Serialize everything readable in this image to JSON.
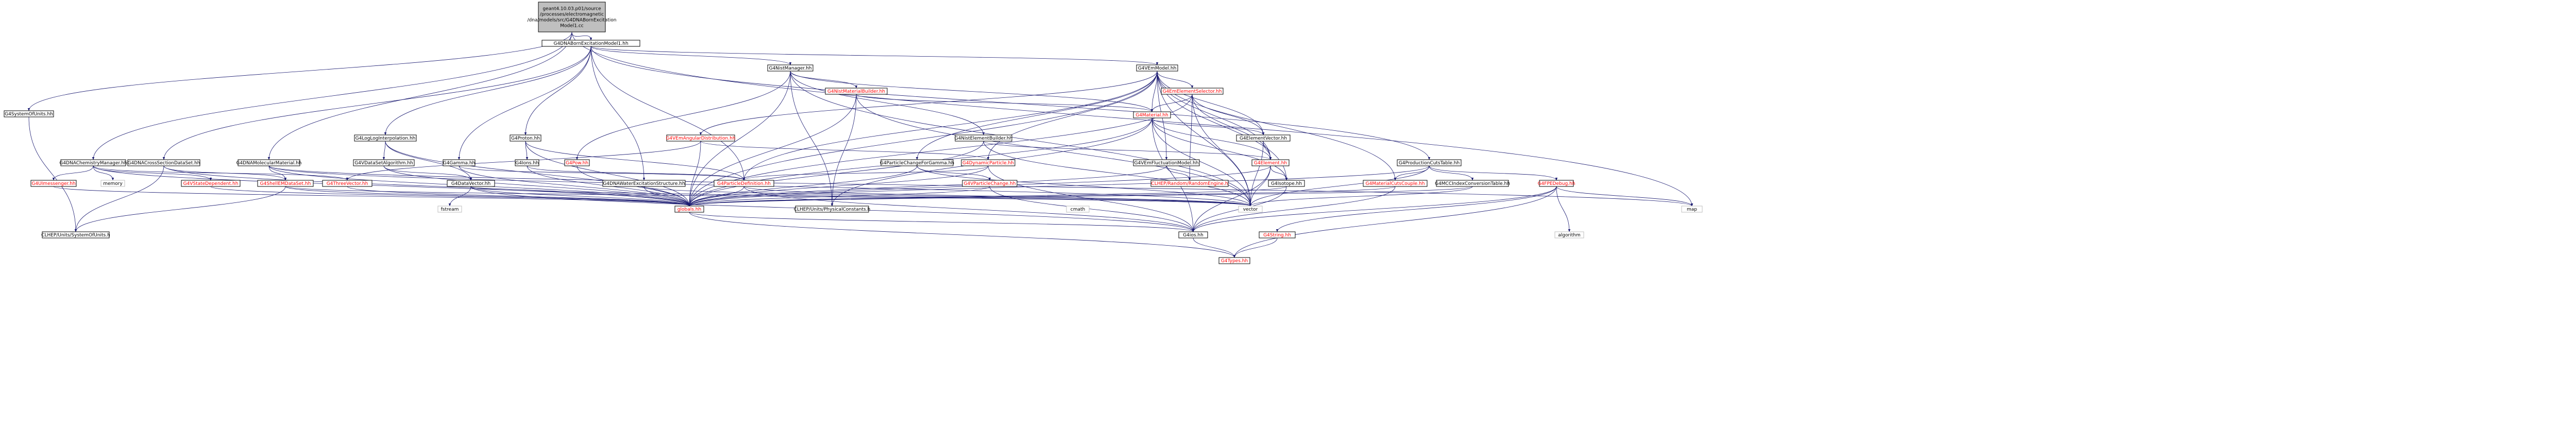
{
  "colors": {
    "root_fill": "#bfbfbf",
    "node_fill": "#ffffff",
    "node_stroke": "#000000",
    "missing_stroke": "#bfbfbf",
    "edge": "#191970",
    "label": "#000000",
    "label_red": "#ff0000"
  },
  "nodes": [
    {
      "id": "root",
      "lines": [
        "geant4.10.03.p01/source",
        "/processes/electromagnetic",
        "/dna/models/src/G4DNABornExcitation",
        "Model1.cc"
      ],
      "kind": "root"
    },
    {
      "id": "bornmodel",
      "lines": [
        "G4DNABornExcitationModel1.hh"
      ]
    },
    {
      "id": "sysunits",
      "lines": [
        "G4SystemOfUnits.hh"
      ]
    },
    {
      "id": "chemmgr",
      "lines": [
        "G4DNAChemistryManager.hh"
      ]
    },
    {
      "id": "molmat",
      "lines": [
        "G4DNAMolecularMaterial.hh"
      ]
    },
    {
      "id": "crosssec",
      "lines": [
        "G4DNACrossSectionDataSet.hh"
      ]
    },
    {
      "id": "loglog",
      "lines": [
        "G4LogLogInterpolation.hh"
      ]
    },
    {
      "id": "vdataset",
      "lines": [
        "G4VDataSetAlgorithm.hh"
      ]
    },
    {
      "id": "proton",
      "lines": [
        "G4Proton.hh"
      ]
    },
    {
      "id": "ions",
      "lines": [
        "G4Ions.hh"
      ]
    },
    {
      "id": "gamma",
      "lines": [
        "G4Gamma.hh"
      ]
    },
    {
      "id": "pow",
      "lines": [
        "G4Pow.hh"
      ],
      "kind": "red"
    },
    {
      "id": "waterexc",
      "lines": [
        "G4DNAWaterExcitationStructure.hh"
      ]
    },
    {
      "id": "nistmgr",
      "lines": [
        "G4NistManager.hh"
      ]
    },
    {
      "id": "nistmatbuilder",
      "lines": [
        "G4NistMaterialBuilder.hh"
      ],
      "kind": "red"
    },
    {
      "id": "nistelembuilder",
      "lines": [
        "G4NistElementBuilder.hh"
      ]
    },
    {
      "id": "pchangegamma",
      "lines": [
        "G4ParticleChangeForGamma.hh"
      ]
    },
    {
      "id": "dynparticle",
      "lines": [
        "G4DynamicParticle.hh"
      ],
      "kind": "red"
    },
    {
      "id": "vparticlechange",
      "lines": [
        "G4VParticleChange.hh"
      ],
      "kind": "red"
    },
    {
      "id": "vemmodel",
      "lines": [
        "G4VEmModel.hh"
      ]
    },
    {
      "id": "vemangular",
      "lines": [
        "G4VEmAngularDistribution.hh"
      ],
      "kind": "red"
    },
    {
      "id": "emelemselector",
      "lines": [
        "G4EmElementSelector.hh"
      ],
      "kind": "red"
    },
    {
      "id": "material",
      "lines": [
        "G4Material.hh"
      ],
      "kind": "red"
    },
    {
      "id": "elemvector",
      "lines": [
        "G4ElementVector.hh"
      ]
    },
    {
      "id": "element",
      "lines": [
        "G4Element.hh"
      ],
      "kind": "red"
    },
    {
      "id": "vemfluct",
      "lines": [
        "G4VEmFluctuationModel.hh"
      ]
    },
    {
      "id": "randengine",
      "lines": [
        "CLHEP/Random/RandomEngine.h"
      ],
      "kind": "red"
    },
    {
      "id": "isotope",
      "lines": [
        "G4Isotope.hh"
      ]
    },
    {
      "id": "prodcuts",
      "lines": [
        "G4ProductionCutsTable.hh"
      ]
    },
    {
      "id": "matcutscouple",
      "lines": [
        "G4MaterialCutsCouple.hh"
      ],
      "kind": "red"
    },
    {
      "id": "mcconv",
      "lines": [
        "G4MCCIndexConversionTable.hh"
      ]
    },
    {
      "id": "g4fpe",
      "lines": [
        "G4FPEDebug.hh"
      ],
      "kind": "red"
    },
    {
      "id": "uimessenger",
      "lines": [
        "G4UImessenger.hh"
      ],
      "kind": "red"
    },
    {
      "id": "memory",
      "lines": [
        "memory"
      ],
      "kind": "missing"
    },
    {
      "id": "vstatedep",
      "lines": [
        "G4VStateDependent.hh"
      ],
      "kind": "red"
    },
    {
      "id": "shellemdata",
      "lines": [
        "G4ShellEMDataSet.hh"
      ],
      "kind": "red"
    },
    {
      "id": "threevector",
      "lines": [
        "G4ThreeVector.hh"
      ],
      "kind": "red"
    },
    {
      "id": "datavector",
      "lines": [
        "G4DataVector.hh"
      ]
    },
    {
      "id": "particledef",
      "lines": [
        "G4ParticleDefinition.hh"
      ],
      "kind": "red"
    },
    {
      "id": "globals",
      "lines": [
        "globals.hh"
      ],
      "kind": "red"
    },
    {
      "id": "fstream",
      "lines": [
        "fstream"
      ],
      "kind": "missing"
    },
    {
      "id": "vector",
      "lines": [
        "vector"
      ],
      "kind": "missing"
    },
    {
      "id": "cmath",
      "lines": [
        "cmath"
      ],
      "kind": "missing"
    },
    {
      "id": "map",
      "lines": [
        "map"
      ],
      "kind": "missing"
    },
    {
      "id": "physconst",
      "lines": [
        "CLHEP/Units/PhysicalConstants.h"
      ]
    },
    {
      "id": "clhepsysunits",
      "lines": [
        "CLHEP/Units/SystemOfUnits.h"
      ]
    },
    {
      "id": "g4ios",
      "lines": [
        "G4ios.hh"
      ]
    },
    {
      "id": "g4string",
      "lines": [
        "G4String.hh"
      ],
      "kind": "red"
    },
    {
      "id": "algorithm",
      "lines": [
        "algorithm"
      ],
      "kind": "missing"
    },
    {
      "id": "g4types",
      "lines": [
        "G4Types.hh"
      ],
      "kind": "red"
    }
  ]
}
